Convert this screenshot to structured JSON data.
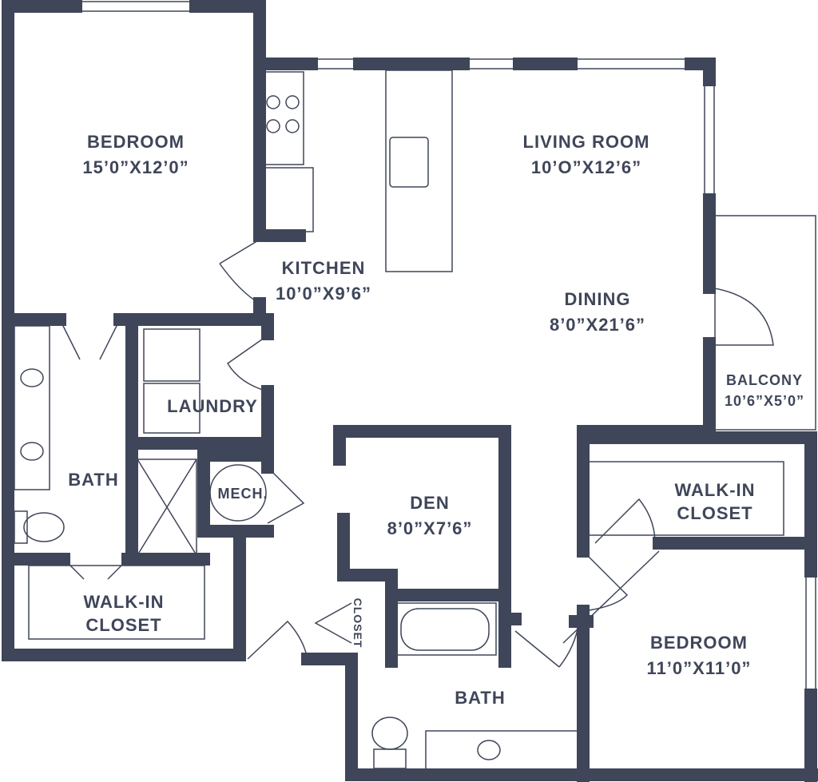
{
  "rooms": {
    "bedroom1": {
      "name": "BEDROOM",
      "size": "15’0”X12’0”"
    },
    "living": {
      "name": "LIVING ROOM",
      "size": "10’O”X12’6”"
    },
    "kitchen": {
      "name": "KITCHEN",
      "size": "10’0”X9’6”"
    },
    "dining": {
      "name": "DINING",
      "size": "8’0”X21’6”"
    },
    "balcony": {
      "name": "BALCONY",
      "size": "10’6”X5’0”"
    },
    "laundry": {
      "name": "LAUNDRY"
    },
    "bath1": {
      "name": "BATH"
    },
    "mech": {
      "name": "MECH."
    },
    "walkin1": {
      "line1": "WALK-IN",
      "line2": "CLOSET"
    },
    "den": {
      "name": "DEN",
      "size": "8’0”X7’6”"
    },
    "closet": {
      "name": "CLOSET"
    },
    "walkin2": {
      "line1": "WALK-IN",
      "line2": "CLOSET"
    },
    "bedroom2": {
      "name": "BEDROOM",
      "size": "11’0”X11’0”"
    },
    "bath2": {
      "name": "BATH"
    }
  },
  "colors": {
    "wall": "#3f4659"
  }
}
